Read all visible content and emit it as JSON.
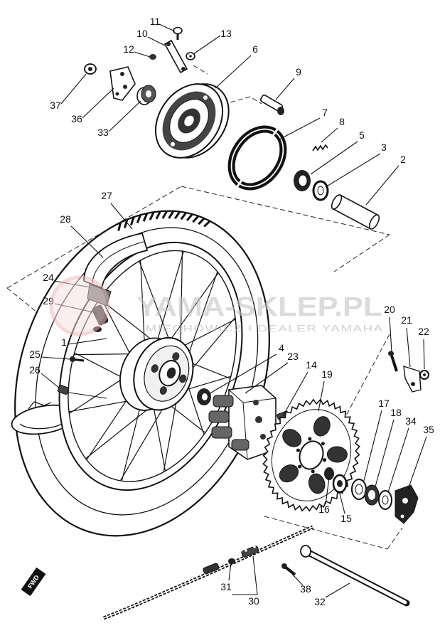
{
  "diagram": {
    "callouts": [
      "11",
      "10",
      "13",
      "12",
      "6",
      "9",
      "37",
      "36",
      "33",
      "7",
      "8",
      "5",
      "3",
      "2",
      "27",
      "28",
      "24",
      "29",
      "1",
      "25",
      "26",
      "4",
      "23",
      "14",
      "19",
      "20",
      "21",
      "22",
      "17",
      "18",
      "34",
      "35",
      "16",
      "15",
      "31",
      "30",
      "38",
      "32"
    ],
    "fwd_label": "FWD"
  },
  "watermark": {
    "brand": "YAMA-SKLEP.PL",
    "dealer": "MIECHOWICZ I DEALER YAMAHA"
  }
}
